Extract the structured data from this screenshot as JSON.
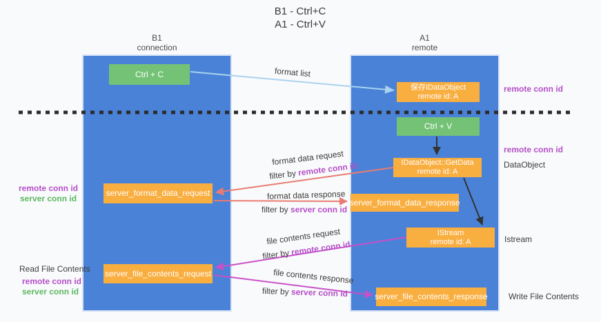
{
  "title": {
    "line1": "B1 - Ctrl+C",
    "line2": "A1 - Ctrl+V"
  },
  "lanes": {
    "left": {
      "name_line1": "B1",
      "name_line2": "connection"
    },
    "right": {
      "name_line1": "A1",
      "name_line2": "remote"
    }
  },
  "boxes": {
    "ctrl_c": {
      "label": "Ctrl + C"
    },
    "ctrl_v": {
      "label": "Ctrl + V"
    },
    "save_idataobject": {
      "line1": "保存IDataObject",
      "line2": "remote id: A"
    },
    "idataobject_getdata": {
      "line1": "IDataObject::GetData",
      "line2": "remote id: A"
    },
    "istream": {
      "line1": "IStream",
      "line2": "remote id: A"
    },
    "server_format_data_request": {
      "label": "server_format_data_request"
    },
    "server_format_data_response": {
      "label": "server_format_data_response"
    },
    "server_file_contents_request": {
      "label": "server_file_contents_request"
    },
    "server_file_contents_response": {
      "label": "server_file_contents_response"
    }
  },
  "edge_labels": {
    "format_list": "format list",
    "format_data_request": "format data request",
    "format_data_request_filter_prefix": "filter by ",
    "format_data_request_filter_key": "remote conn id",
    "format_data_response": "format data response",
    "format_data_response_filter_prefix": "filter by ",
    "format_data_response_filter_key": "server conn id",
    "file_contents_request": "file contents request",
    "file_contents_request_filter_prefix": "filter by ",
    "file_contents_request_filter_key": "remote conn id",
    "file_contents_response": "file contents response",
    "file_contents_response_filter_prefix": "filter by ",
    "file_contents_response_filter_key": "server conn id"
  },
  "side_labels": {
    "right_remote_conn_id_top": "remote conn id",
    "right_remote_conn_id_mid": "remote conn id",
    "dataobject": "DataObject",
    "istream": "Istream",
    "write_file_contents": "Write File Contents",
    "read_file_contents": "Read File Contents",
    "left_top_remote": "remote conn id",
    "left_top_server": "server conn id",
    "left_bottom_remote": "remote conn id",
    "left_bottom_server": "server conn id"
  },
  "colors": {
    "lane_blue": "#4A82D8",
    "box_orange": "#F9AE40",
    "box_green": "#74C276",
    "arrow_black": "#333333",
    "arrow_salmon": "#E97B72",
    "arrow_magenta": "#C750C9",
    "arrow_lightblue": "#A9D3EE",
    "text_purple": "#B44FC8",
    "text_green": "#5CB860",
    "dashed_line": "#2B2B2B"
  }
}
